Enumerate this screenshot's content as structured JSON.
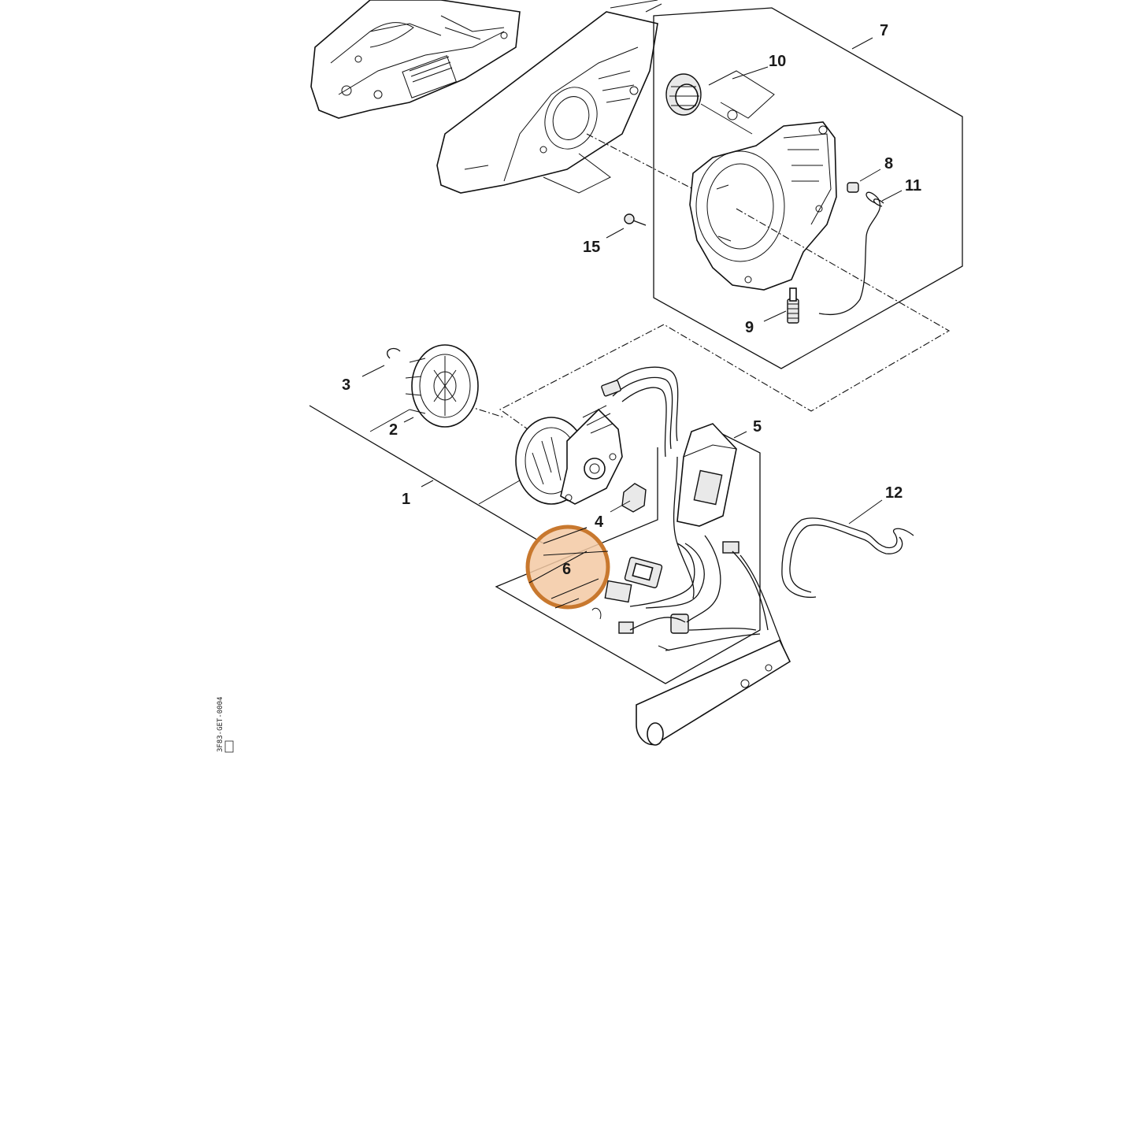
{
  "diagram": {
    "reference_code": "3F83-GET-0004",
    "callouts": [
      {
        "id": "c1",
        "text": "1"
      },
      {
        "id": "c2",
        "text": "2"
      },
      {
        "id": "c3",
        "text": "3"
      },
      {
        "id": "c4",
        "text": "4"
      },
      {
        "id": "c5",
        "text": "5"
      },
      {
        "id": "c6",
        "text": "6",
        "highlighted": true
      },
      {
        "id": "c7",
        "text": "7"
      },
      {
        "id": "c8",
        "text": "8"
      },
      {
        "id": "c9",
        "text": "9"
      },
      {
        "id": "c10",
        "text": "10"
      },
      {
        "id": "c11",
        "text": "11"
      },
      {
        "id": "c12",
        "text": "12"
      },
      {
        "id": "c15",
        "text": "15"
      }
    ],
    "colors": {
      "highlight_fill": "#f3c9a3",
      "highlight_stroke": "#c8782e",
      "line": "#111111"
    }
  }
}
